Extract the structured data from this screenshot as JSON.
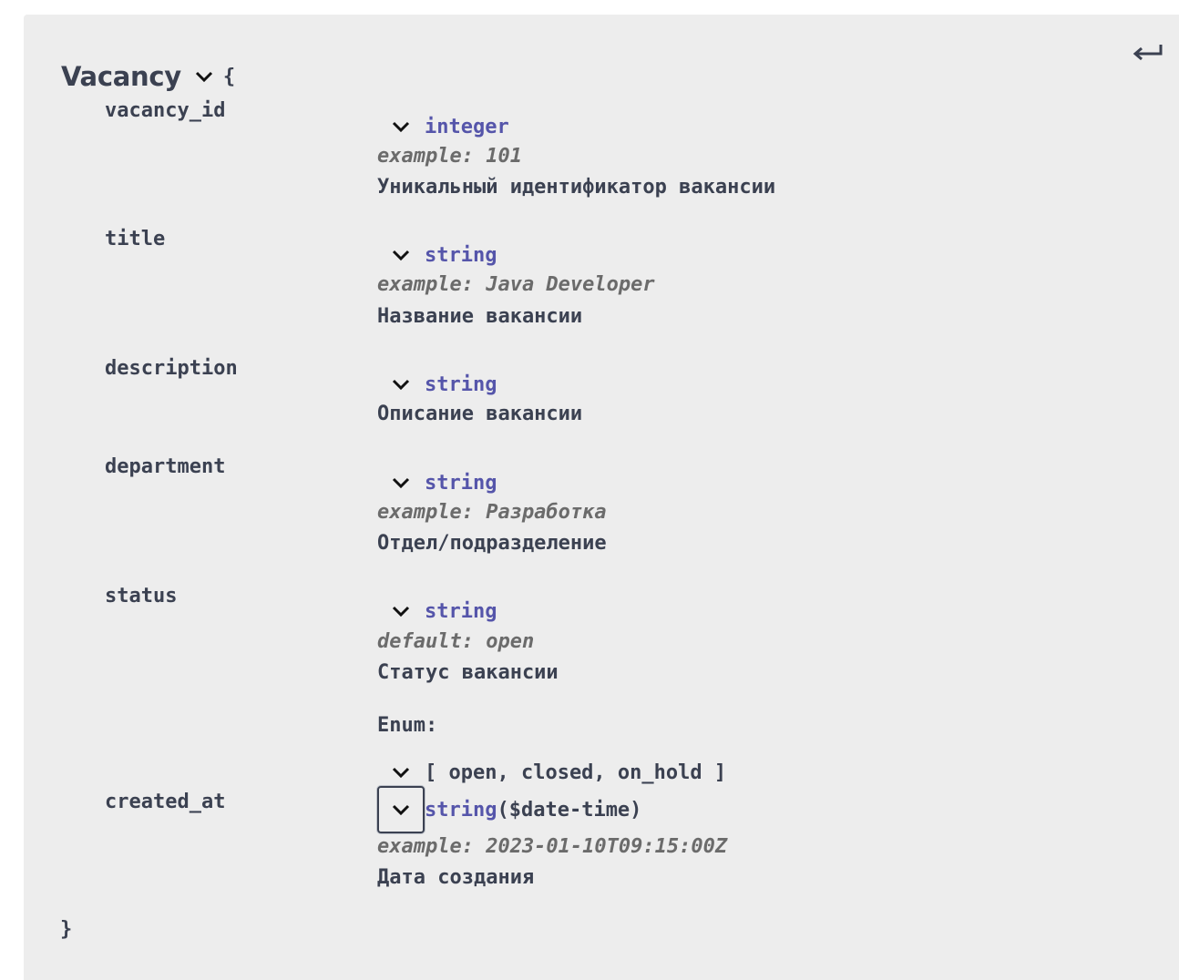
{
  "model": {
    "name": "Vacancy",
    "open_brace": "{",
    "close_brace": "}"
  },
  "properties": [
    {
      "name": "vacancy_id",
      "type": "integer",
      "meta": "example: 101",
      "description": "Уникальный идентификатор вакансии"
    },
    {
      "name": "title",
      "type": "string",
      "meta": "example: Java Developer",
      "description": "Название вакансии"
    },
    {
      "name": "description",
      "type": "string",
      "description": "Описание вакансии"
    },
    {
      "name": "department",
      "type": "string",
      "meta": "example: Разработка",
      "description": "Отдел/подразделение"
    },
    {
      "name": "status",
      "type": "string",
      "meta": "default: open",
      "description": "Статус вакансии",
      "enum_label": "Enum:",
      "enum_values": "[ open, closed, on_hold ]"
    },
    {
      "name": "created_at",
      "type": "string",
      "format": "($date-time)",
      "meta": "example: 2023-01-10T09:15:00Z",
      "description": "Дата создания"
    }
  ],
  "icons": {
    "collapse": "chevron-down-icon",
    "back": "return-arrow-icon"
  },
  "colors": {
    "panel_bg": "#ededed",
    "text": "#3b4151",
    "type": "#55a",
    "meta": "#6b6b6b"
  }
}
